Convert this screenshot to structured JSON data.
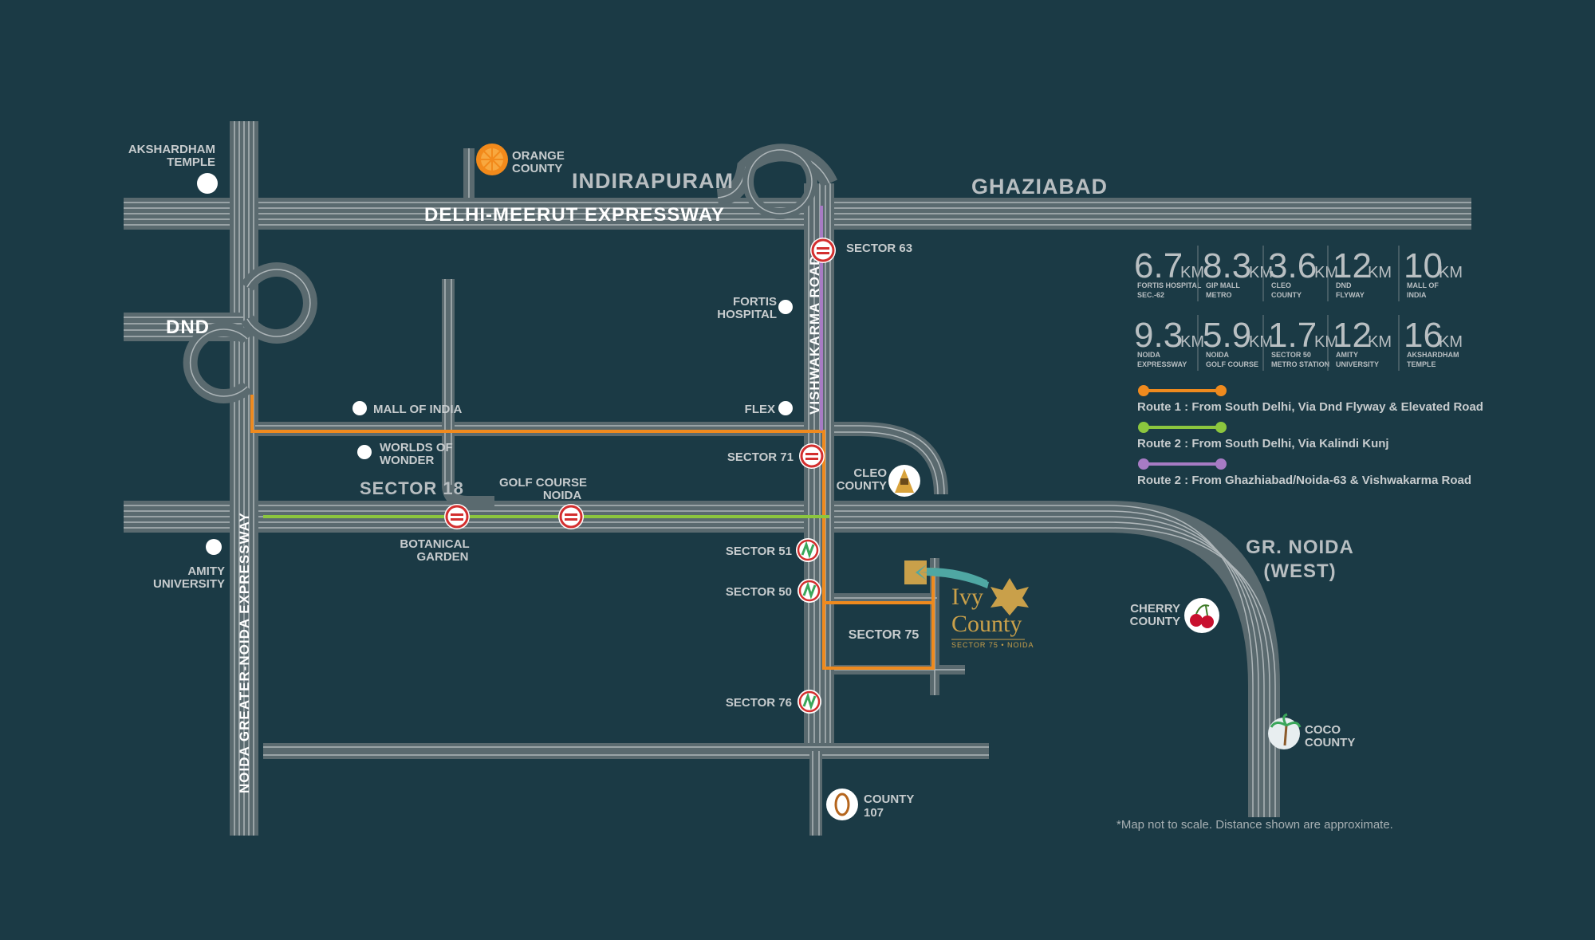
{
  "places": {
    "akshardham": [
      "AKSHARDHAM",
      "TEMPLE"
    ],
    "orange_county": [
      "ORANGE",
      "COUNTY"
    ],
    "indirapuram": "INDIRAPURAM",
    "ghaziabad": "GHAZIABAD",
    "delhi_meerut": "DELHI-MEERUT EXPRESSWAY",
    "dnd": "DND",
    "fortis": [
      "FORTIS",
      "HOSPITAL"
    ],
    "vishwakarma": "VISHWAKARMA ROAD",
    "mall_of_india": "MALL OF INDIA",
    "worlds_of_wonder": [
      "WORLDS OF",
      "WONDER"
    ],
    "flex": "FLEX",
    "sector_18": "SECTOR 18",
    "golf_course": [
      "GOLF COURSE",
      "NOIDA"
    ],
    "botanical": [
      "BOTANICAL",
      "GARDEN"
    ],
    "amity": [
      "AMITY",
      "UNIVERSITY"
    ],
    "noida_expressway": "NOIDA GREATER-NOIDA EXPRESSWAY",
    "cleo_county": [
      "CLEO",
      "COUNTY"
    ],
    "gr_noida": [
      "GR. NOIDA",
      "(WEST)"
    ],
    "cherry_county": [
      "CHERRY",
      "COUNTY"
    ],
    "coco_county": [
      "COCO",
      "COUNTY"
    ],
    "county_107": [
      "COUNTY",
      "107"
    ],
    "sector_75": "SECTOR 75"
  },
  "stations": {
    "sector_63": "SECTOR 63",
    "sector_71": "SECTOR 71",
    "sector_51": "SECTOR 51",
    "sector_50": "SECTOR 50",
    "sector_76": "SECTOR 76"
  },
  "brand": {
    "line1": "Ivy",
    "line2": "County",
    "tagline": "SECTOR 75 • NOIDA"
  },
  "distances": [
    {
      "num": "6.7",
      "unit": "KM",
      "label": [
        "FORTIS HOSPITAL",
        "SEC.-62"
      ]
    },
    {
      "num": "8.3",
      "unit": "KM",
      "label": [
        "GIP MALL",
        "METRO"
      ]
    },
    {
      "num": "3.6",
      "unit": "KM",
      "label": [
        "CLEO",
        "COUNTY"
      ]
    },
    {
      "num": "12",
      "unit": "KM",
      "label": [
        "DND",
        "FLYWAY"
      ]
    },
    {
      "num": "10",
      "unit": "KM",
      "label": [
        "MALL OF",
        "INDIA"
      ]
    },
    {
      "num": "9.3",
      "unit": "KM",
      "label": [
        "NOIDA",
        "EXPRESSWAY"
      ]
    },
    {
      "num": "5.9",
      "unit": "KM",
      "label": [
        "NOIDA",
        "GOLF COURSE"
      ]
    },
    {
      "num": "1.7",
      "unit": "KM",
      "label": [
        "SECTOR 50",
        "METRO STATION"
      ]
    },
    {
      "num": "12",
      "unit": "KM",
      "label": [
        "AMITY",
        "UNIVERSITY"
      ]
    },
    {
      "num": "16",
      "unit": "KM",
      "label": [
        "AKSHARDHAM",
        "TEMPLE"
      ]
    }
  ],
  "routes": [
    {
      "label": "Route 1 : From South Delhi, Via Dnd Flyway & Elevated Road",
      "color": "#ef8a1e"
    },
    {
      "label": "Route 2 : From South Delhi, Via Kalindi Kunj",
      "color": "#8cc63e"
    },
    {
      "label": "Route 2 : From Ghazhiabad/Noida-63 & Vishwakarma Road",
      "color": "#a77bc4"
    }
  ],
  "note": "*Map not to scale. Distance shown are approximate.",
  "colors": {
    "background": "#1b3a45",
    "metro_red": "#d32f2f",
    "aqua_green": "#3aa65a",
    "brand_gold": "#c9a04a",
    "teal_arrow": "#4fa7a3"
  }
}
